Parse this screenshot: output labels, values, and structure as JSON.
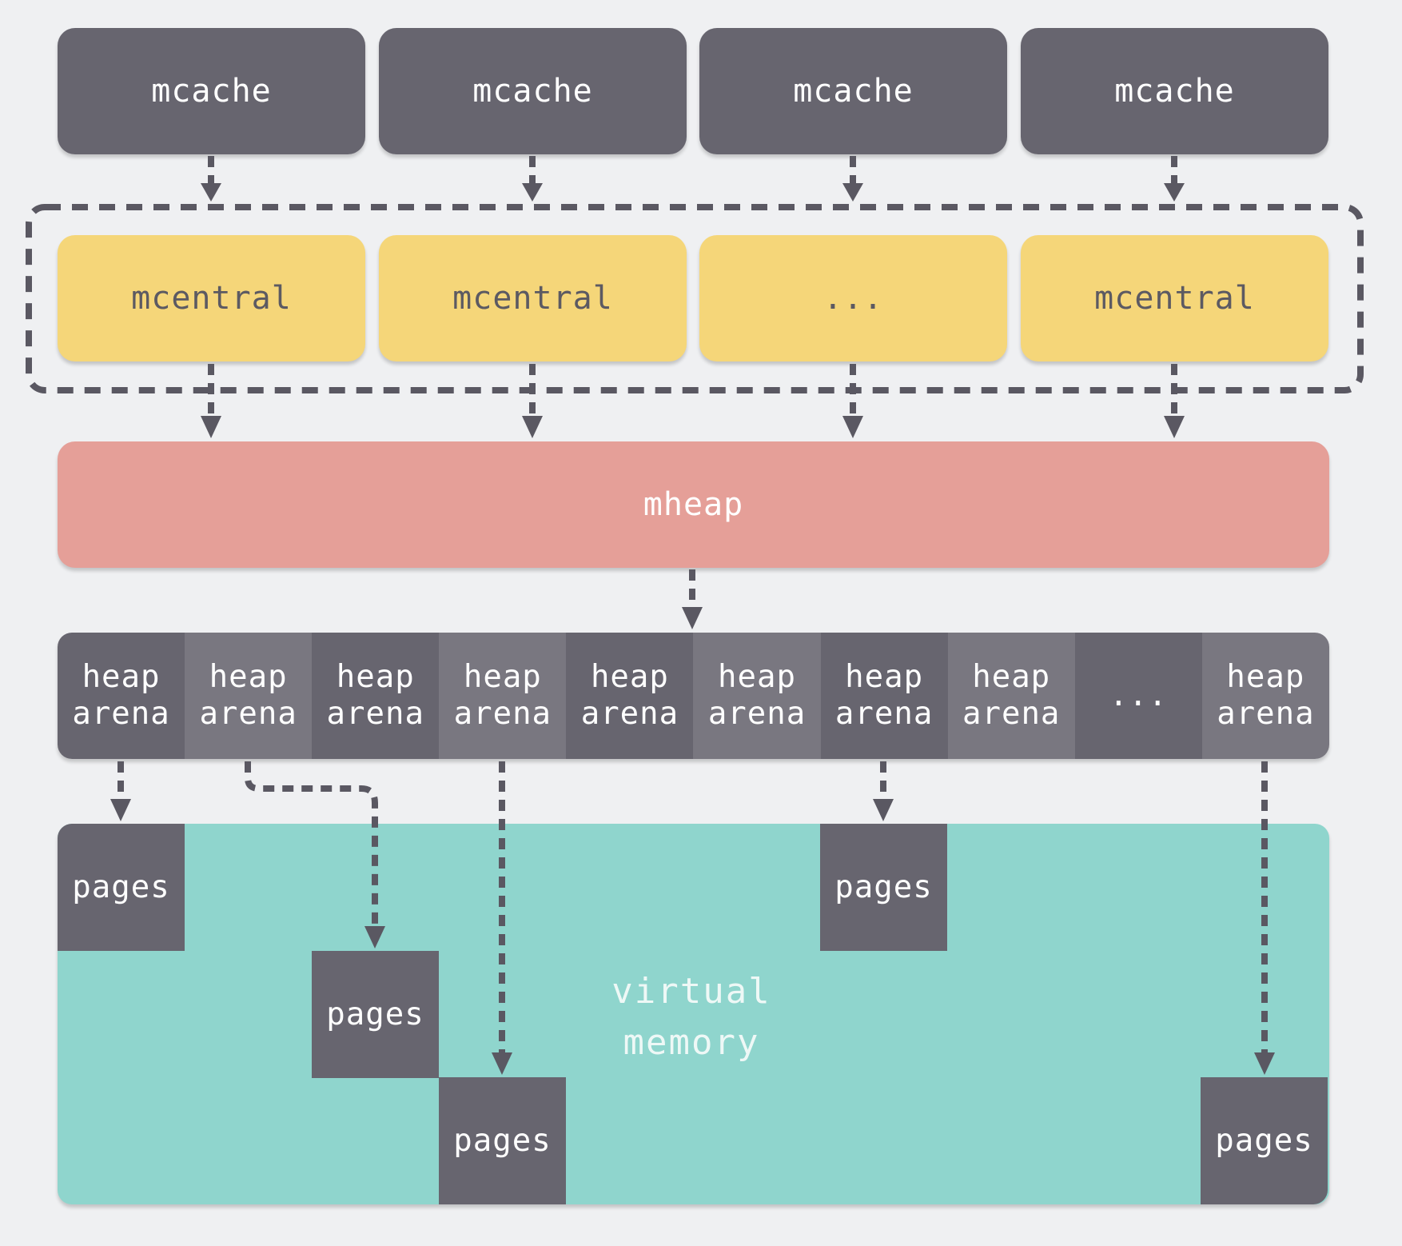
{
  "mcache": [
    "mcache",
    "mcache",
    "mcache",
    "mcache"
  ],
  "mcentral": [
    "mcentral",
    "mcentral",
    "...",
    "mcentral"
  ],
  "mheap": "mheap",
  "heap_arenas": [
    {
      "line1": "heap",
      "line2": "arena"
    },
    {
      "line1": "heap",
      "line2": "arena"
    },
    {
      "line1": "heap",
      "line2": "arena"
    },
    {
      "line1": "heap",
      "line2": "arena"
    },
    {
      "line1": "heap",
      "line2": "arena"
    },
    {
      "line1": "heap",
      "line2": "arena"
    },
    {
      "line1": "heap",
      "line2": "arena"
    },
    {
      "line1": "heap",
      "line2": "arena"
    },
    {
      "line1": "...",
      "line2": ""
    },
    {
      "line1": "heap",
      "line2": "arena"
    }
  ],
  "virtual_memory": {
    "line1": "virtual",
    "line2": "memory"
  },
  "pages": [
    "pages",
    "pages",
    "pages",
    "pages",
    "pages"
  ],
  "colors": {
    "background": "#eff0f2",
    "mcache": "#67656f",
    "mcentral": "#f5d679",
    "mheap": "#e59f98",
    "virtual_memory": "#8fd5cd",
    "arrow": "#5a5862"
  }
}
